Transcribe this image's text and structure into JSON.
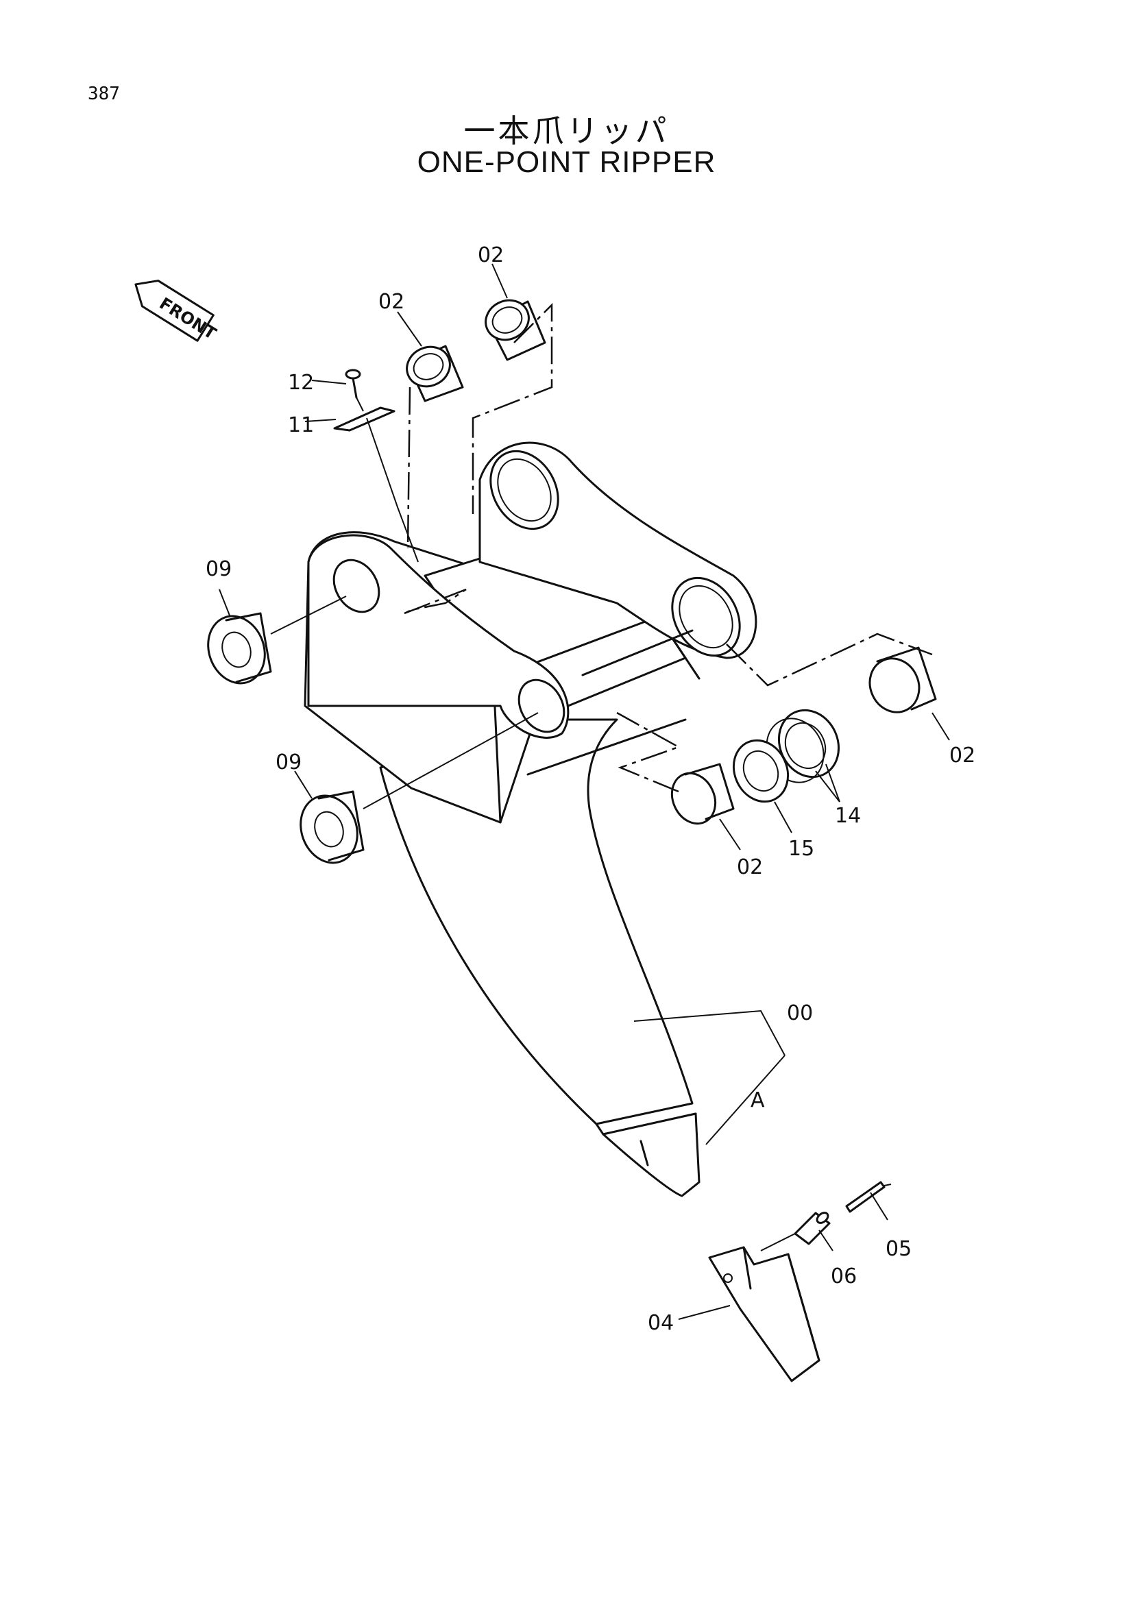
{
  "page_number": "387",
  "title_jp": "一本爪リッパ",
  "title_en": "ONE-POINT RIPPER",
  "front_arrow": {
    "text": "FRONT",
    "icon": "front-arrow-icon"
  },
  "labels": {
    "l02_top": "02",
    "l02_upper": "02",
    "l12": "12",
    "l11": "11",
    "l09_upper": "09",
    "l09_lower": "09",
    "l02_right": "02",
    "l14": "14",
    "l15": "15",
    "l02_lower": "02",
    "l00": "00",
    "lA": "A",
    "l05": "05",
    "l06": "06",
    "l04": "04"
  }
}
